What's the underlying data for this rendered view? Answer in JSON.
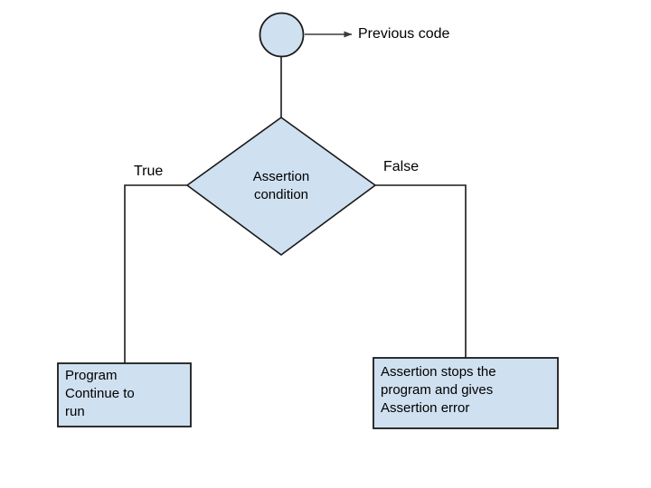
{
  "diagram": {
    "type": "flowchart",
    "title": "Assertion condition flowchart",
    "background_color": "#ffffff",
    "node_fill_color": "#cfe0f0",
    "node_stroke_color": "#1a1a1a",
    "connector_color": "#1a1a1a",
    "text_color": "#000000",
    "nodes": {
      "start_circle": {
        "shape": "circle",
        "label": ""
      },
      "previous_code": {
        "shape": "text",
        "label": "Previous code"
      },
      "decision": {
        "shape": "diamond",
        "label": "Assertion\ncondition"
      },
      "true_box": {
        "shape": "rectangle",
        "label": "Program\nContinue to\nrun"
      },
      "false_box": {
        "shape": "rectangle",
        "label": "Assertion stops the\nprogram and gives\nAssertion error"
      }
    },
    "edges": {
      "true_branch_label": "True",
      "false_branch_label": "False"
    }
  }
}
